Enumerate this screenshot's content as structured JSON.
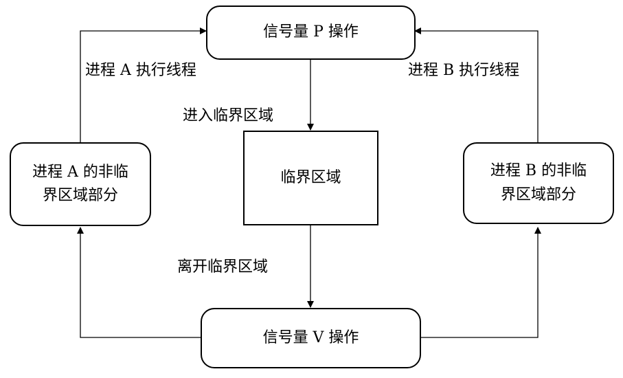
{
  "nodes": {
    "p_op": "信号量 P 操作",
    "critical": "临界区域",
    "v_op": "信号量 V 操作",
    "proc_a_noncritical": [
      "进程 A 的非临",
      "界区域部分"
    ],
    "proc_b_noncritical": [
      "进程 B 的非临",
      "界区域部分"
    ]
  },
  "edges": {
    "a_exec": "进程 A 执行线程",
    "b_exec": "进程 B 执行线程",
    "enter": "进入临界区域",
    "leave": "离开临界区域"
  },
  "colors": {
    "stroke": "#000000",
    "fill": "#ffffff"
  }
}
